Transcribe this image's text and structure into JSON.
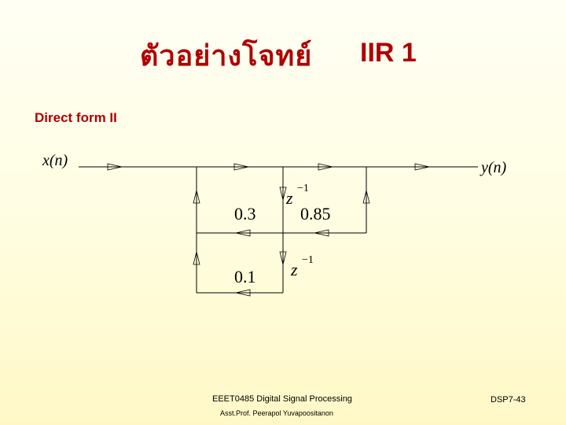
{
  "slide": {
    "title_thai": "ตัวอย่างโจทย์",
    "title_en": "IIR 1",
    "subtitle": "Direct form II"
  },
  "diagram": {
    "input_label": "x(n)",
    "output_label": "y(n)",
    "delays": [
      {
        "label_base": "z",
        "label_sup": "−1"
      },
      {
        "label_base": "z",
        "label_sup": "−1"
      }
    ],
    "coefficients": {
      "feedback_1": "0.3",
      "feedback_2": "0.1",
      "feedforward_1": "0.85"
    }
  },
  "footer": {
    "course": "EEET0485 Digital Signal Processing",
    "author": "Asst.Prof. Peerapol Yuvapoositanon",
    "page": "DSP7-43"
  }
}
